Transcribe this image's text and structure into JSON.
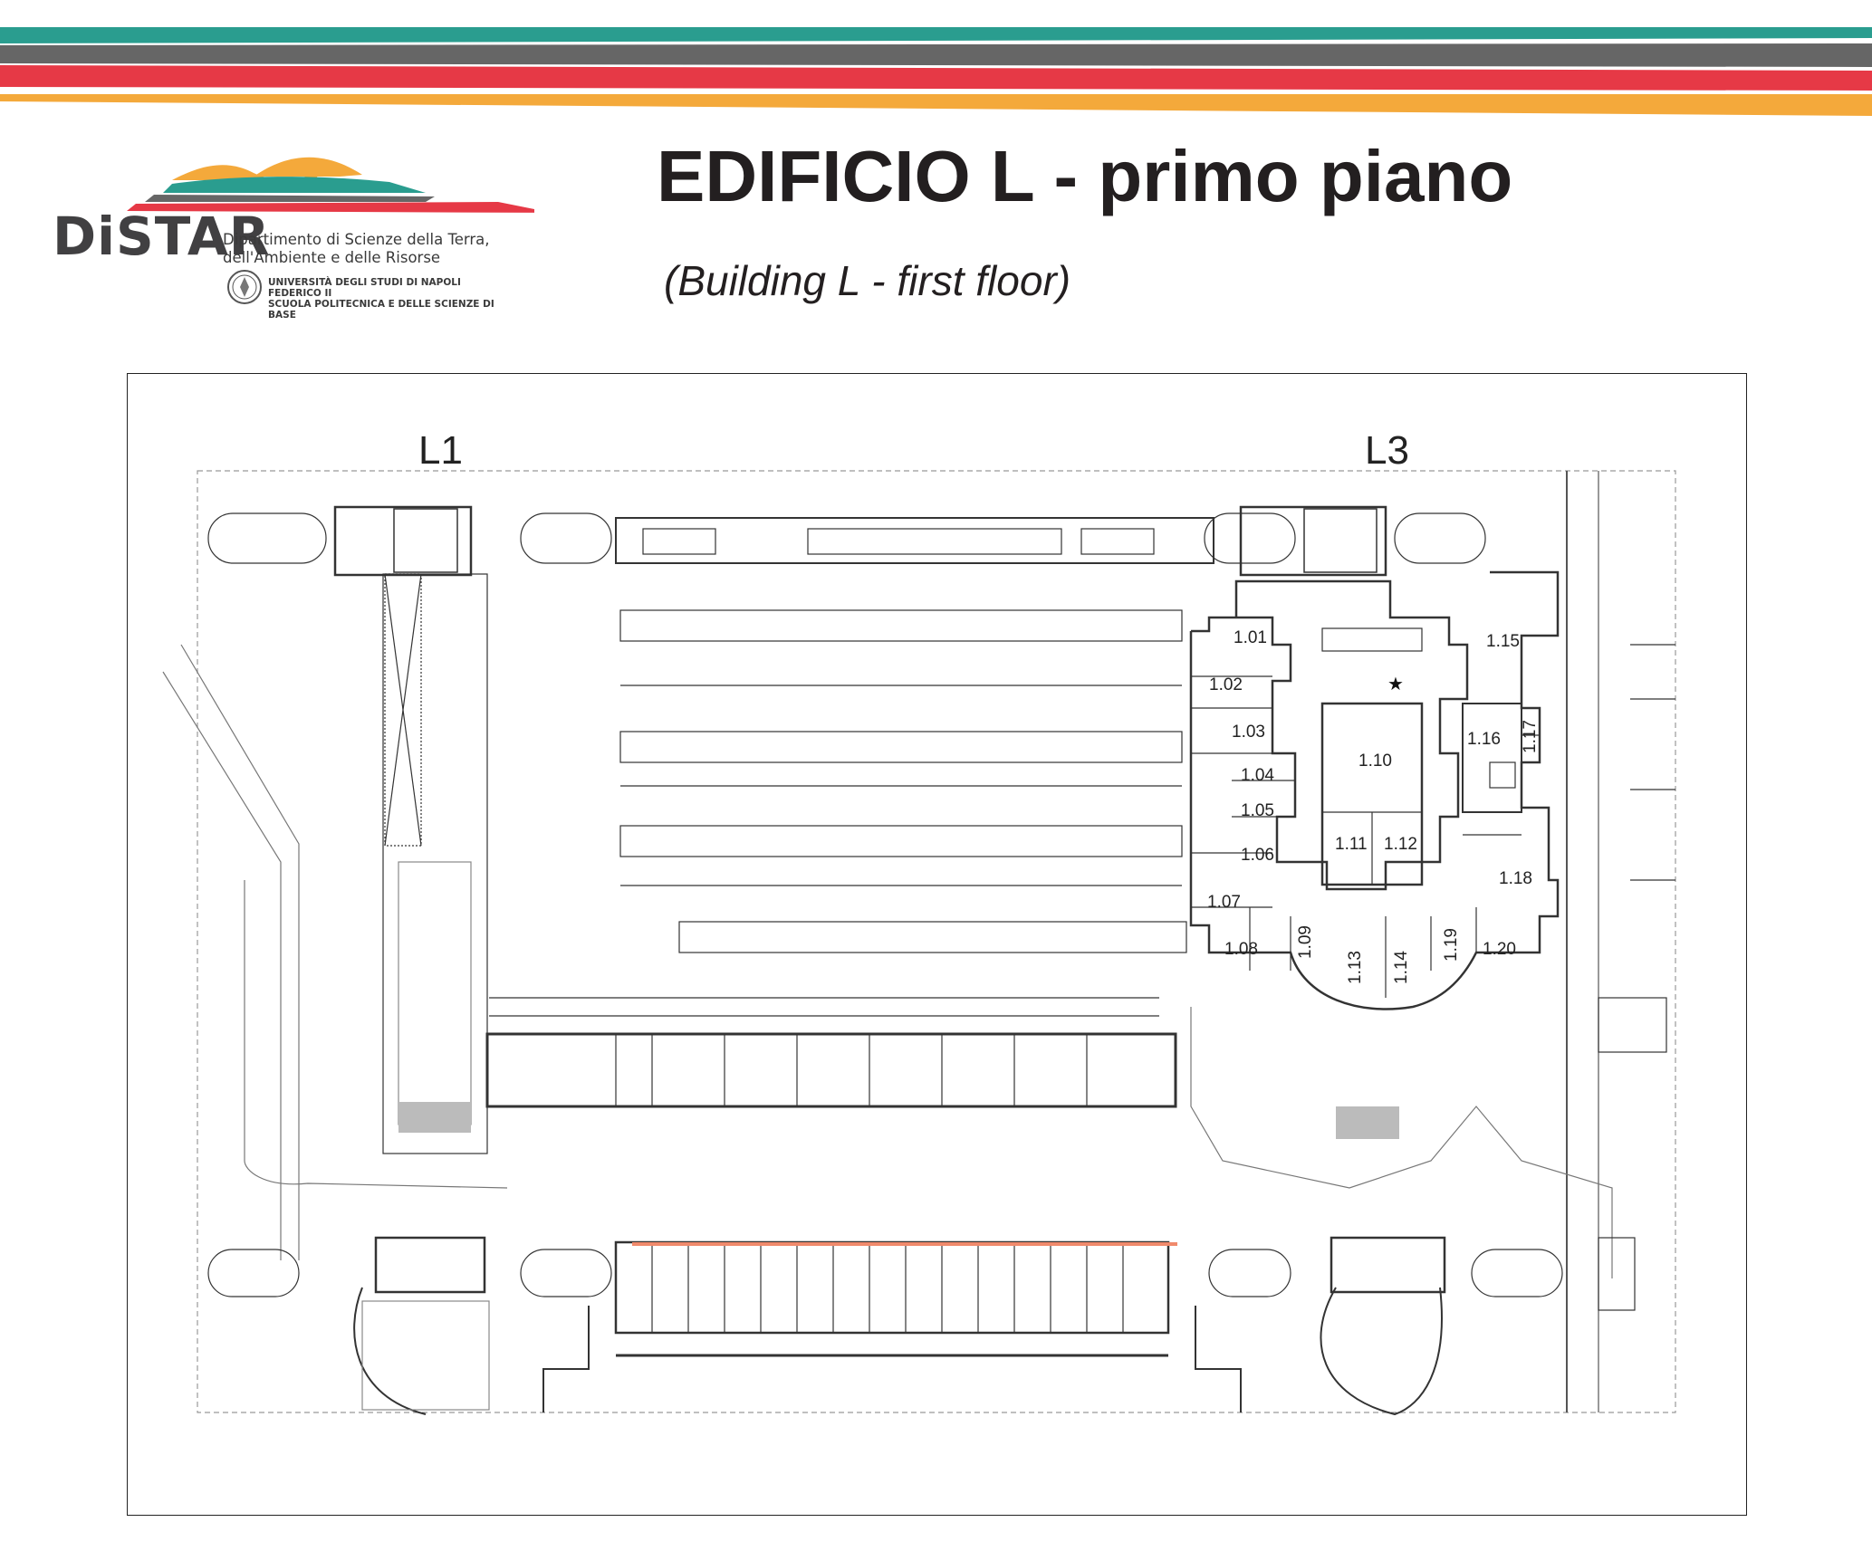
{
  "header": {
    "title": "EDIFICIO L - primo piano",
    "subtitle": "(Building L - first floor)"
  },
  "logo": {
    "wordmark": "DiSTAR",
    "department_line1": "Dipartimento di Scienze della Terra,",
    "department_line2": "dell'Ambiente e delle Risorse",
    "university_line1": "UNIVERSITÀ DEGLI STUDI DI NAPOLI FEDERICO II",
    "university_line2": "SCUOLA POLITECNICA E DELLE SCIENZE DI BASE"
  },
  "colors": {
    "stripe_teal": "#2a9d8f",
    "stripe_gray": "#666666",
    "stripe_red": "#e63946",
    "stripe_orange": "#f4a93b",
    "highlight": "#f08a6c",
    "wall": "#333333"
  },
  "plan": {
    "wing_labels": [
      "L1",
      "L3"
    ],
    "rooms": {
      "r101": "1.01",
      "r102": "1.02",
      "r103": "1.03",
      "r104": "1.04",
      "r105": "1.05",
      "r106": "1.06",
      "r107": "1.07",
      "r108": "1.08",
      "r109": "1.09",
      "r110": "1.10",
      "r111": "1.11",
      "r112": "1.12",
      "r113": "1.13",
      "r114": "1.14",
      "r115": "1.15",
      "r116": "1.16",
      "r117": "1.17",
      "r118": "1.18",
      "r119": "1.19",
      "r120": "1.20"
    },
    "star_marker": "★"
  }
}
